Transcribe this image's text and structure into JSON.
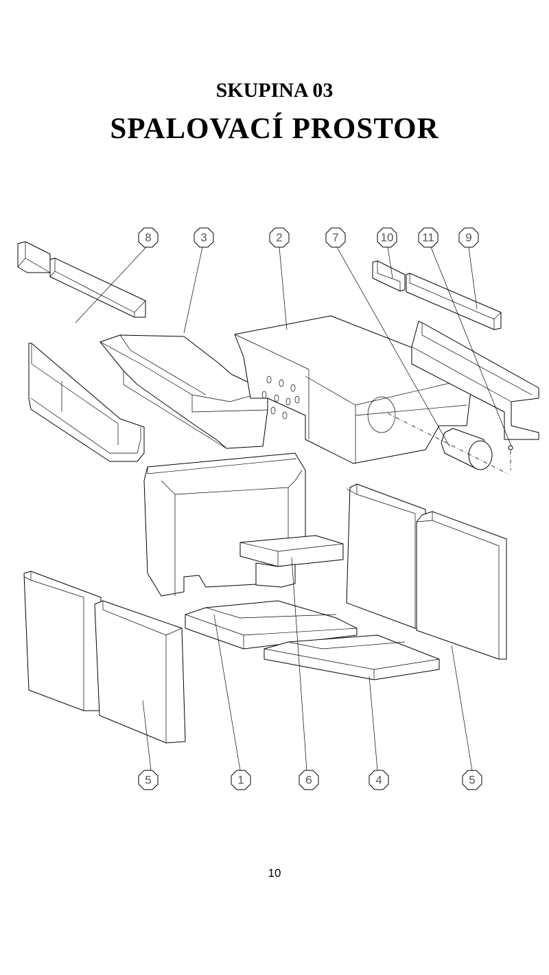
{
  "header": {
    "group": "SKUPINA 03",
    "title": "SPALOVACÍ  PROSTOR"
  },
  "callouts_top": [
    "8",
    "3",
    "2",
    "7",
    "10",
    "11",
    "9"
  ],
  "callouts_bottom": [
    "5",
    "1",
    "6",
    "4",
    "5"
  ],
  "page_number": "10"
}
